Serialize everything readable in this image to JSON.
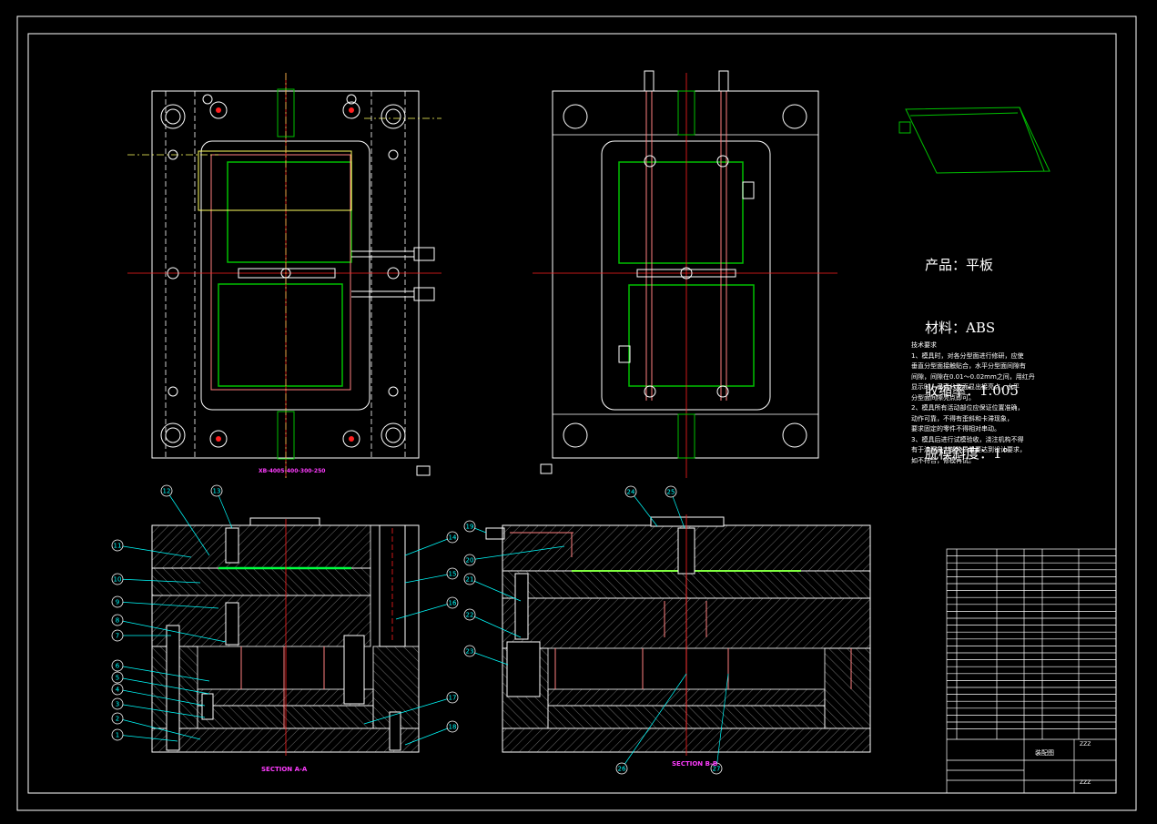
{
  "product_spec": {
    "product": "产品：平板",
    "material": "材料：ABS",
    "shrinkage": "收缩率：1.005",
    "draft": "脱模斜度：1°"
  },
  "tech_requirements": {
    "heading": "技术要求",
    "lines": [
      "1、模具时，对各分型面进行修研，应使",
      "垂直分型面接触贴合，水平分型面间隙有",
      "间隙，间隙在0.01～0.02mm之间，用红丹",
      "显示时，垂直分型面显出接亮点，水平",
      "分型面间隙亮点即可。",
      "2、模具所有活动部位应保证位置准确，",
      "动作可靠，不得有歪斜和卡滞现象，",
      "要求固定的零件不得相对串动。",
      "3、模具后进行试模验收，浇注机构不得",
      "有于涉现象，塑件质量要达到设计要求，",
      "如不符合，修模再试。"
    ]
  },
  "section_labels": {
    "section_aa": "SECTION A-A",
    "section_bb": "SECTION B-B",
    "plan_note": "XB-4005-400-300-250"
  },
  "title_block": {
    "drawing_name": "装配图",
    "code_top": "ZZZ",
    "code_bottom": "ZZZ"
  },
  "balloons_aa": [
    "1",
    "2",
    "3",
    "4",
    "5",
    "6",
    "7",
    "8",
    "9",
    "10",
    "11",
    "12",
    "13",
    "14",
    "15",
    "16",
    "17",
    "18"
  ],
  "balloons_bb": [
    "19",
    "20",
    "21",
    "22",
    "23",
    "24",
    "25",
    "26",
    "27"
  ],
  "colors": {
    "background": "#000000",
    "outline": "#ffffff",
    "center_line": "#ff2020",
    "part": "#00c000",
    "cooling": "#ff8080",
    "balloon": "#00ffff",
    "label": "#ff3cff",
    "yellow": "#ffff60"
  }
}
